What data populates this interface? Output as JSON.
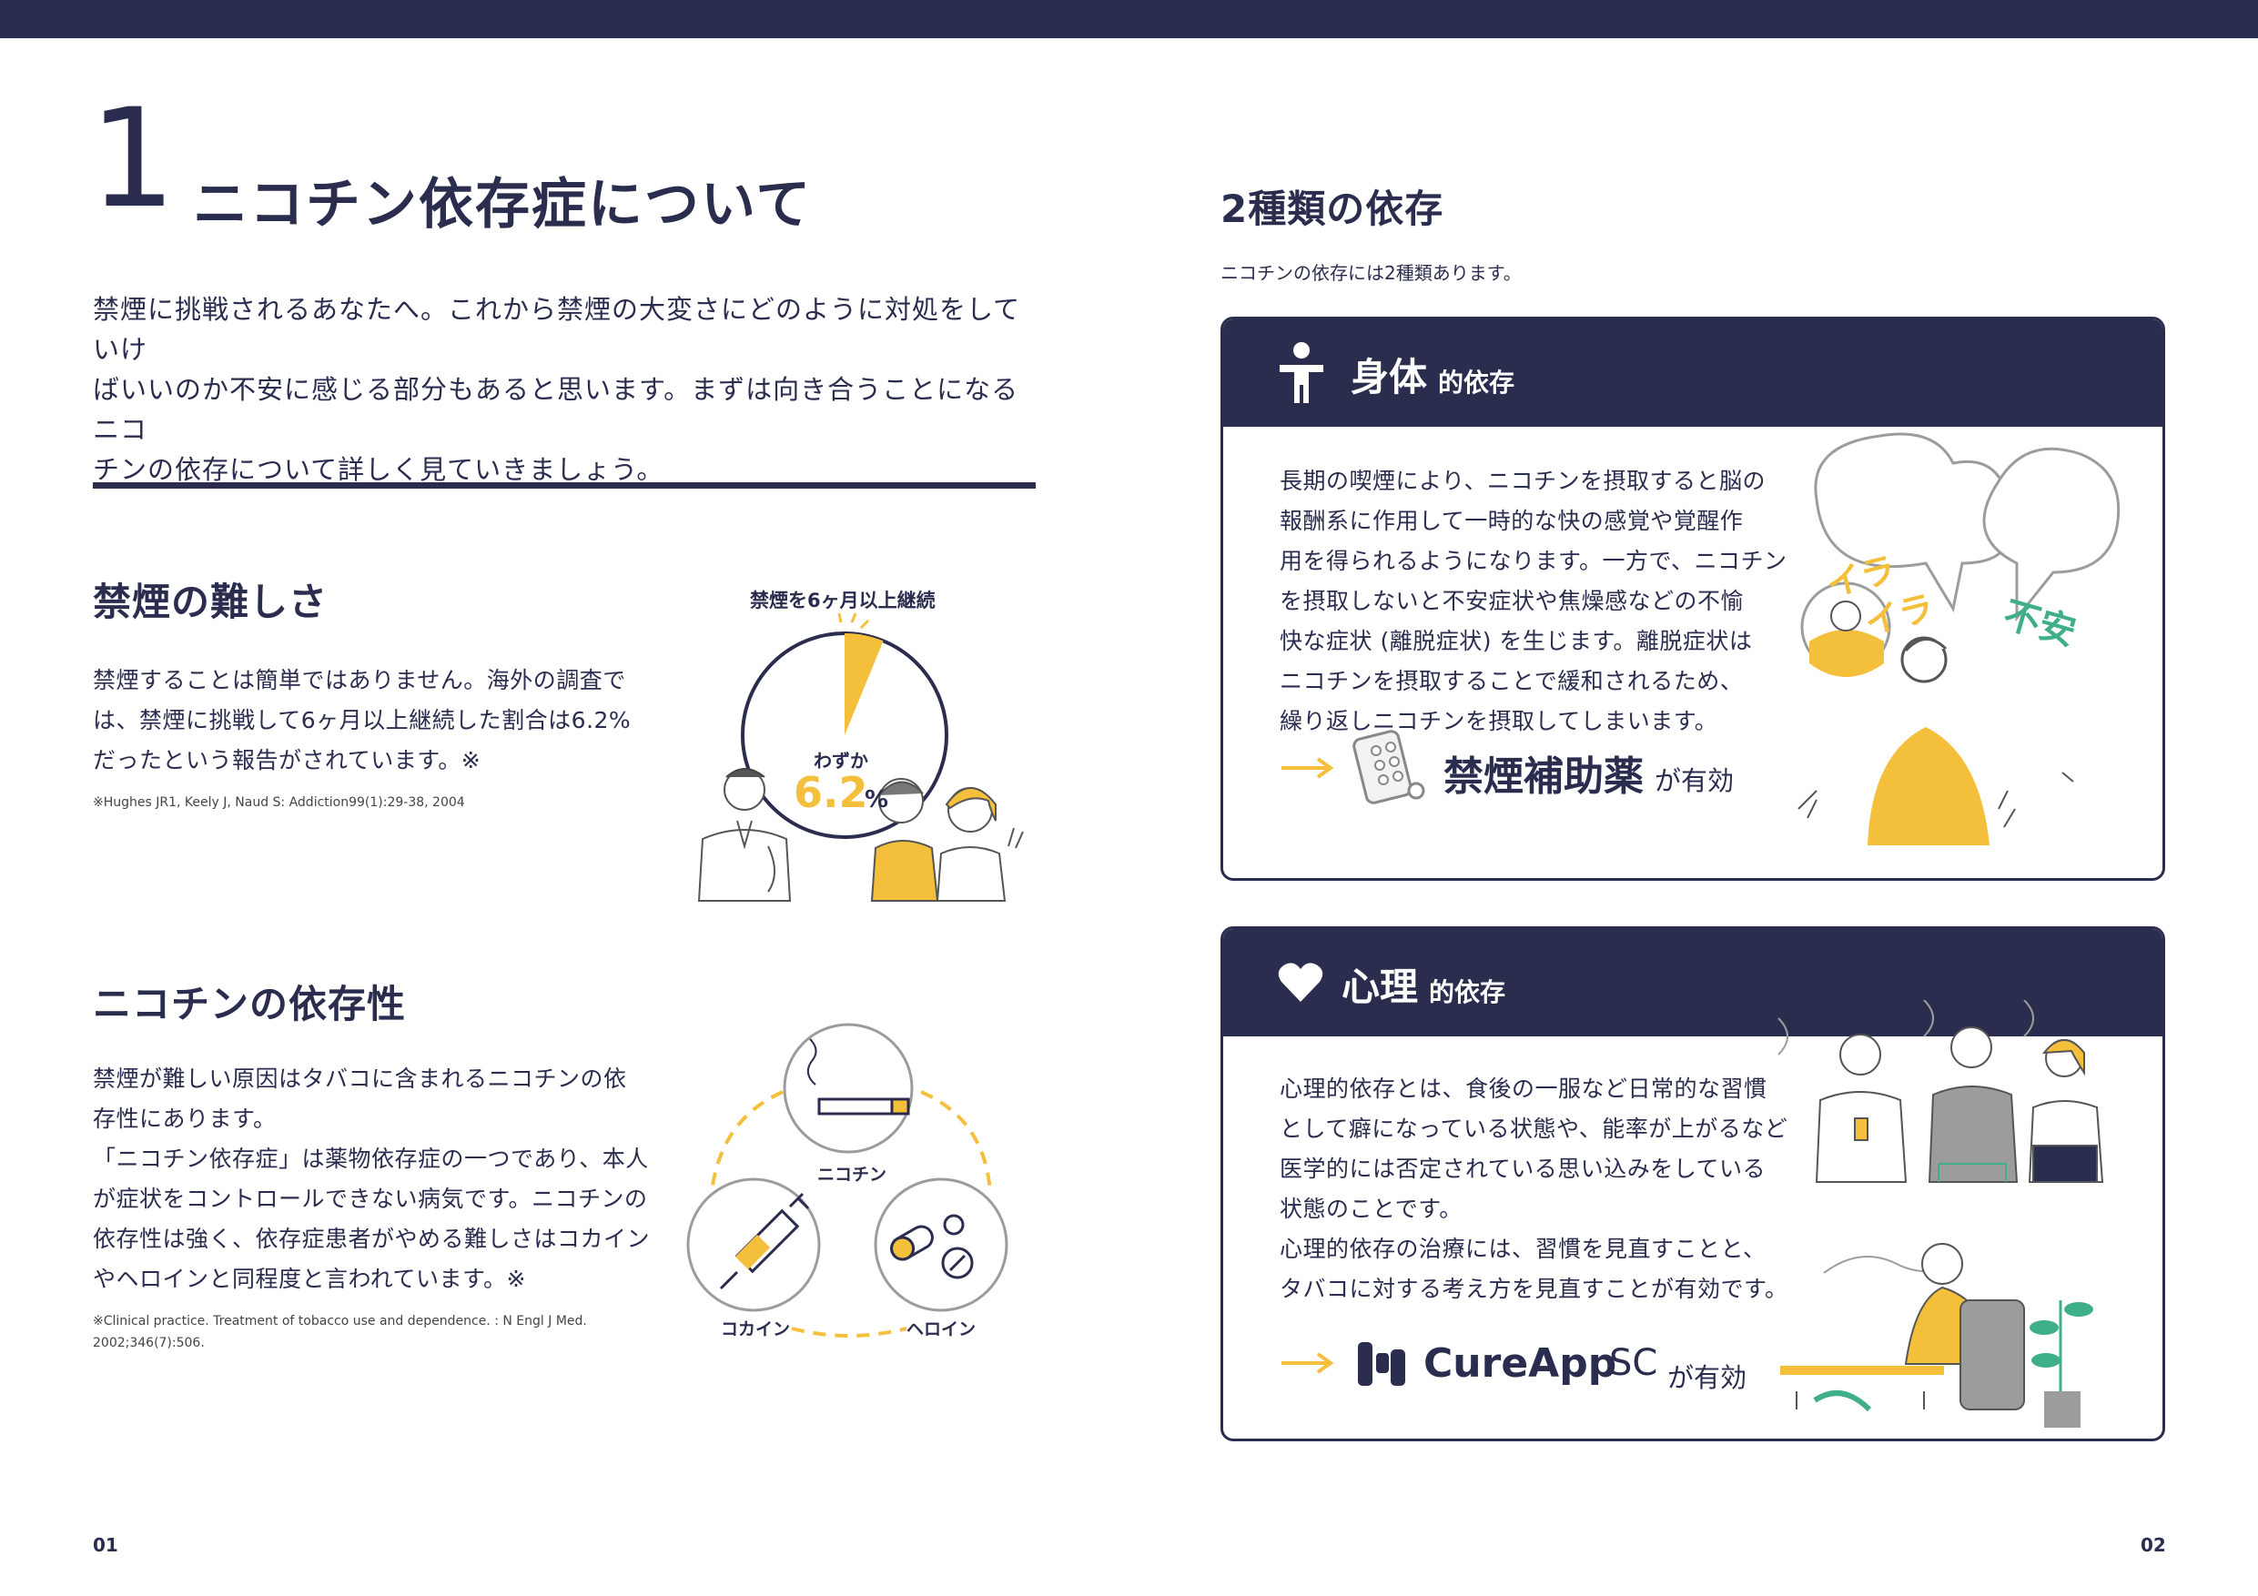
{
  "colors": {
    "navy": "#2b2d4f",
    "yellow": "#f4bf3a",
    "gray": "#9c9c9c",
    "green": "#3fae8a"
  },
  "left": {
    "chapter_number": "1",
    "chapter_title": "ニコチン依存症について",
    "intro_lines": [
      "禁煙に挑戦されるあなたへ。これから禁煙の大変さにどのように対処をしていけ",
      "ばいいのか不安に感じる部分もあると思います。まずは向き合うことになるニコ",
      "チンの依存について詳しく見ていきましょう。"
    ],
    "difficulty": {
      "title": "禁煙の難しさ",
      "lines": [
        "禁煙することは簡単ではありません。海外の調査で",
        "は、禁煙に挑戦して6ヶ月以上継続した割合は6.2%",
        "だったという報告がされています。※"
      ],
      "note": "※Hughes JR1, Keely J, Naud S: Addiction99(1):29-38, 2004",
      "illustration": {
        "caption": "禁煙を6ヶ月以上継続",
        "small_label": "わずか",
        "value_label": "6.2",
        "unit": "%",
        "fraction": 0.062
      }
    },
    "dependence": {
      "title": "ニコチンの依存性",
      "lines": [
        "禁煙が難しい原因はタバコに含まれるニコチンの依",
        "存性にあります。",
        "「ニコチン依存症」は薬物依存症の一つであり、本人",
        "が症状をコントロールできない病気です。ニコチンの",
        "依存性は強く、依存症患者がやめる難しさはコカイン",
        "やヘロインと同程度と言われています。※"
      ],
      "note_lines": [
        "※Clinical practice. Treatment of tobacco use and dependence. : N Engl J Med.",
        "2002;346(7):506."
      ],
      "labels": {
        "nicotine": "ニコチン",
        "cocaine": "コカイン",
        "heroin": "ヘロイン"
      }
    },
    "page_number": "01"
  },
  "right": {
    "title": "2種類の依存",
    "subtitle": "ニコチンの依存には2種類あります。",
    "physical": {
      "big": "身体",
      "small": "的依存",
      "icon": "person-icon",
      "lines": [
        "長期の喫煙により、ニコチンを摂取すると脳の",
        "報酬系に作用して一時的な快の感覚や覚醒作",
        "用を得られるようになります。一方で、ニコチン",
        "を摂取しないと不安症状や焦燥感などの不愉",
        "快な症状 (離脱症状) を生じます。離脱症状は",
        "ニコチンを摂取することで緩和されるため、",
        "繰り返しニコチンを摂取してしまいます。"
      ],
      "remedy": "禁煙補助薬",
      "remedy_suffix": "が有効",
      "bubble_irairaa_1": "イラ",
      "bubble_irairaa_2": "イラ",
      "bubble_fuan": "不安"
    },
    "psychological": {
      "big": "心理",
      "small": "的依存",
      "icon": "heart-icon",
      "lines": [
        "心理的依存とは、食後の一服など日常的な習慣",
        "として癖になっている状態や、能率が上がるなど",
        "医学的には否定されている思い込みをしている",
        "状態のことです。",
        "心理的依存の治療には、習慣を見直すことと、",
        "タバコに対する考え方を見直すことが有効です。"
      ],
      "remedy_brand": "CureApp",
      "remedy_brand_suffix": "SC",
      "remedy_suffix": "が有効"
    },
    "page_number": "02"
  }
}
